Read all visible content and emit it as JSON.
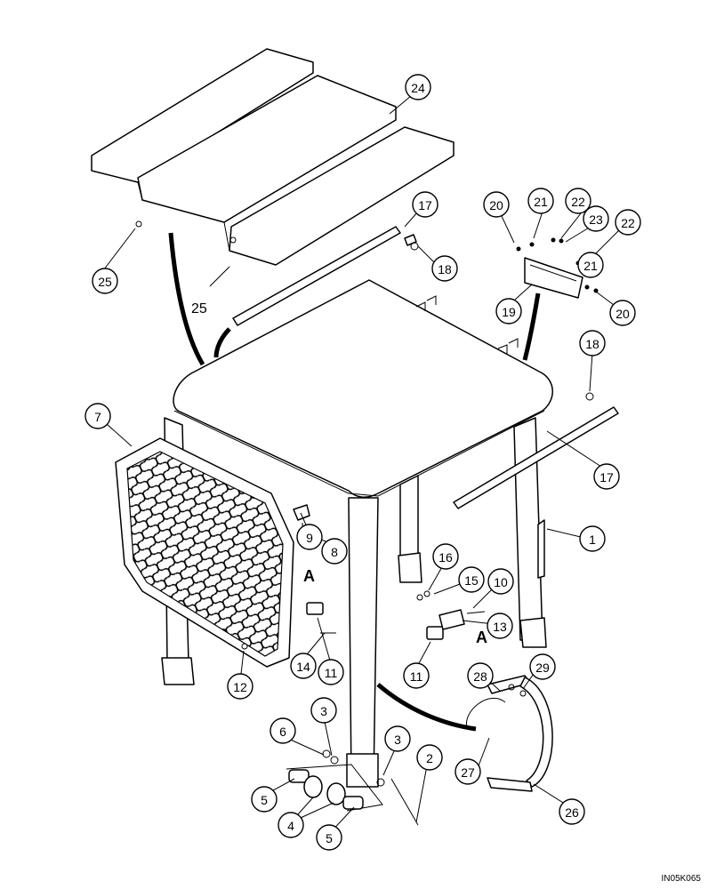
{
  "diagram": {
    "document_id": "IN05K065",
    "view_letter": "A",
    "plain_labels": [
      "25"
    ],
    "callouts": [
      "24",
      "17",
      "18",
      "25",
      "20",
      "21",
      "22",
      "23",
      "22",
      "21",
      "19",
      "20",
      "18",
      "7",
      "17",
      "1",
      "9",
      "8",
      "16",
      "15",
      "10",
      "13",
      "11",
      "11",
      "12",
      "14",
      "28",
      "29",
      "3",
      "6",
      "3",
      "2",
      "27",
      "5",
      "4",
      "5",
      "26"
    ]
  }
}
